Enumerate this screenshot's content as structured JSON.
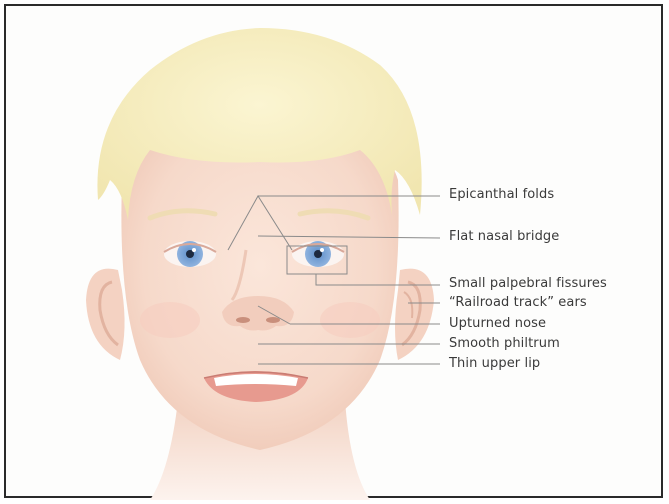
{
  "labels": {
    "epicanthal": "Epicanthal folds",
    "nasal_bridge": "Flat nasal bridge",
    "palpebral": "Small palpebral fissures",
    "ears": "“Railroad track” ears",
    "nose": "Upturned nose",
    "philtrum": "Smooth philtrum",
    "lip": "Thin upper lip"
  },
  "colors": {
    "hair": "#f6eebd",
    "skin": "#f6dccf",
    "skin_shadow": "#eec5b4",
    "iris": "#6f9bd0",
    "leader_line": "#8a8a8a"
  }
}
